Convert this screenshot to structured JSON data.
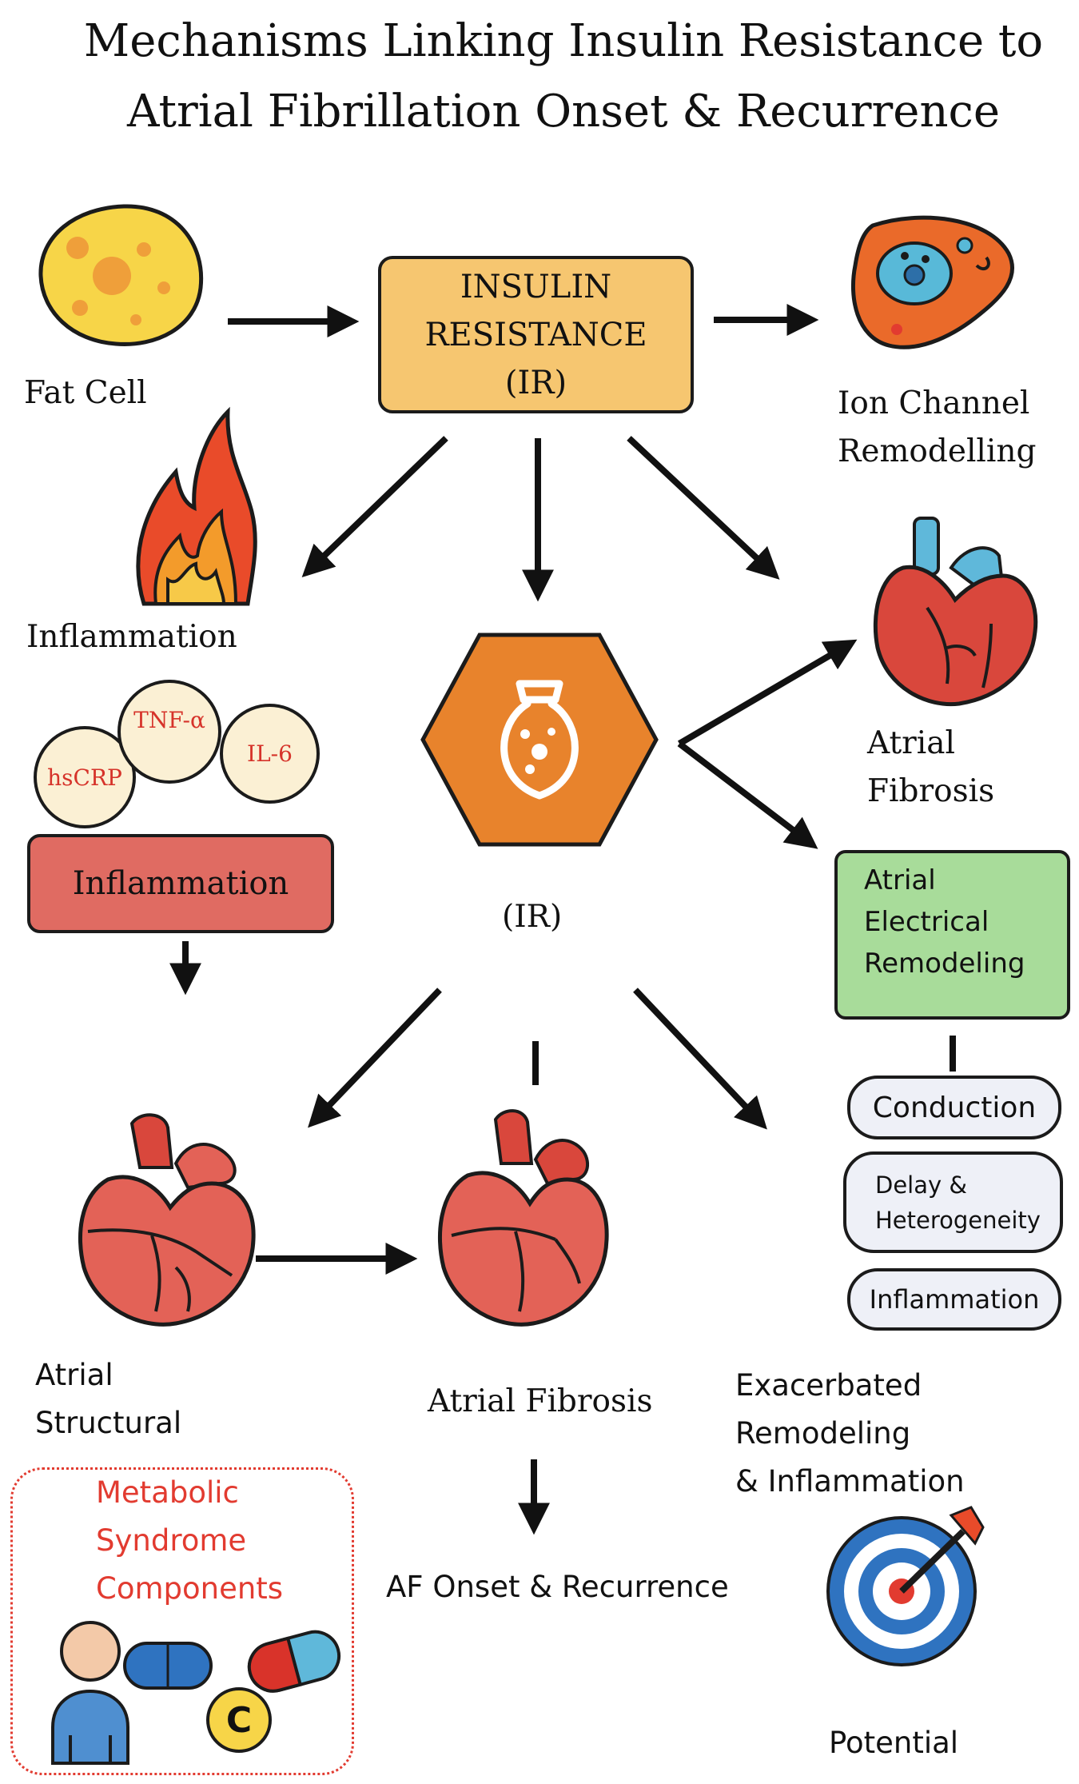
{
  "title": "Mechanisms Linking Insulin Resistance to\nAtrial Fibrillation Onset & Recurrence",
  "nodes": {
    "fat_cell": "Fat Cell",
    "insulin_resistance": "INSULIN\nRESISTANCE\n(IR)",
    "ion_channel": "Ion Channel\nRemodelling",
    "inflammation_top": "Inflammation",
    "atrial_fibrosis_right": "Atrial\nFibrosis",
    "ir_center": "(IR)",
    "inflammation_box": "Inflammation",
    "atrial_electrical": "Atrial\nElectrical\nRemodeling",
    "atrial_structural": "Atrial\nStructural",
    "atrial_fibrosis_center": "Atrial Fibrosis",
    "exacerbated": "Exacerbated\nRemodeling\n& Inflammation",
    "af_onset": "AF Onset & Recurrence",
    "metabolic": "Metabolic\nSyndrome\nComponents",
    "potential": "Potential"
  },
  "markers": [
    "hsCRP",
    "TNF-α",
    "IL-6"
  ],
  "pills": [
    "Conduction",
    "Delay &\nHeterogeneity",
    "Inflammation"
  ],
  "icon_glyphs": {
    "capsule_letter": "C"
  },
  "colors": {
    "ir_box": "#f6c670",
    "hexagon": "#e8832c",
    "inflammation_box": "#e06b62",
    "electrical_box": "#a8dc9a",
    "marker_text": "#d6332a",
    "metabolic_text": "#e23b30",
    "heart": "#d9473c"
  }
}
